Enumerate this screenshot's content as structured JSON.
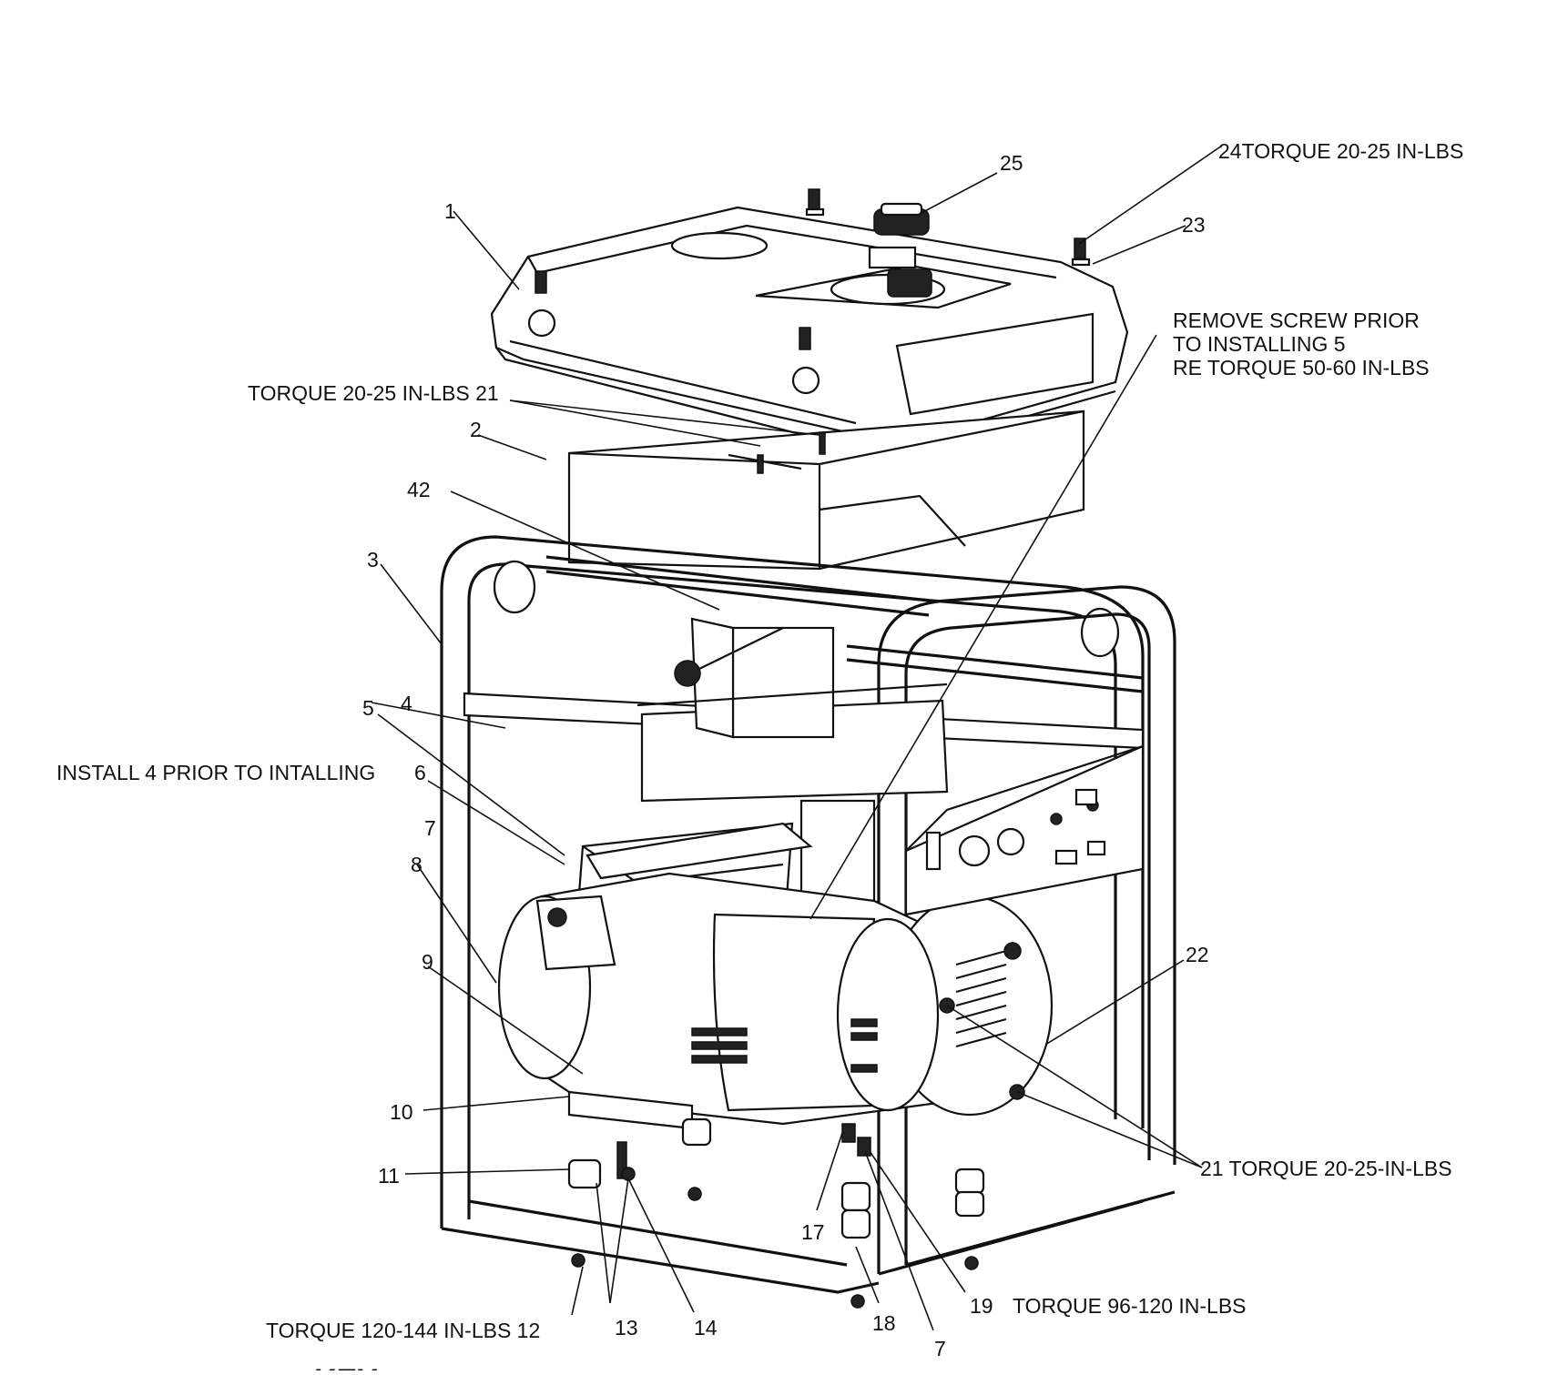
{
  "diagram": {
    "annotations": {
      "torque_24": "24TORQUE 20-25 IN-LBS",
      "remove_screw_1": "REMOVE SCREW PRIOR",
      "remove_screw_2": "TO INSTALLING 5",
      "remove_screw_3": "RE TORQUE 50-60 IN-LBS",
      "torque_21_top": "TORQUE 20-25 IN-LBS 21",
      "install_4": "INSTALL 4 PRIOR TO INTALLING",
      "torque_21_right": "21 TORQUE 20-25-IN-LBS",
      "torque_19": "TORQUE 96-120 IN-LBS",
      "torque_12": "TORQUE 120-144 IN-LBS 12",
      "key": "KEY"
    },
    "callouts": {
      "c1": "1",
      "c25": "25",
      "c23": "23",
      "c2": "2",
      "c42": "42",
      "c3": "3",
      "c4": "4",
      "c5": "5",
      "c6": "6",
      "c7a": "7",
      "c8": "8",
      "c9": "9",
      "c10": "10",
      "c11": "11",
      "c13": "13",
      "c14": "14",
      "c17": "17",
      "c18": "18",
      "c7b": "7",
      "c19": "19",
      "c22": "22"
    }
  }
}
